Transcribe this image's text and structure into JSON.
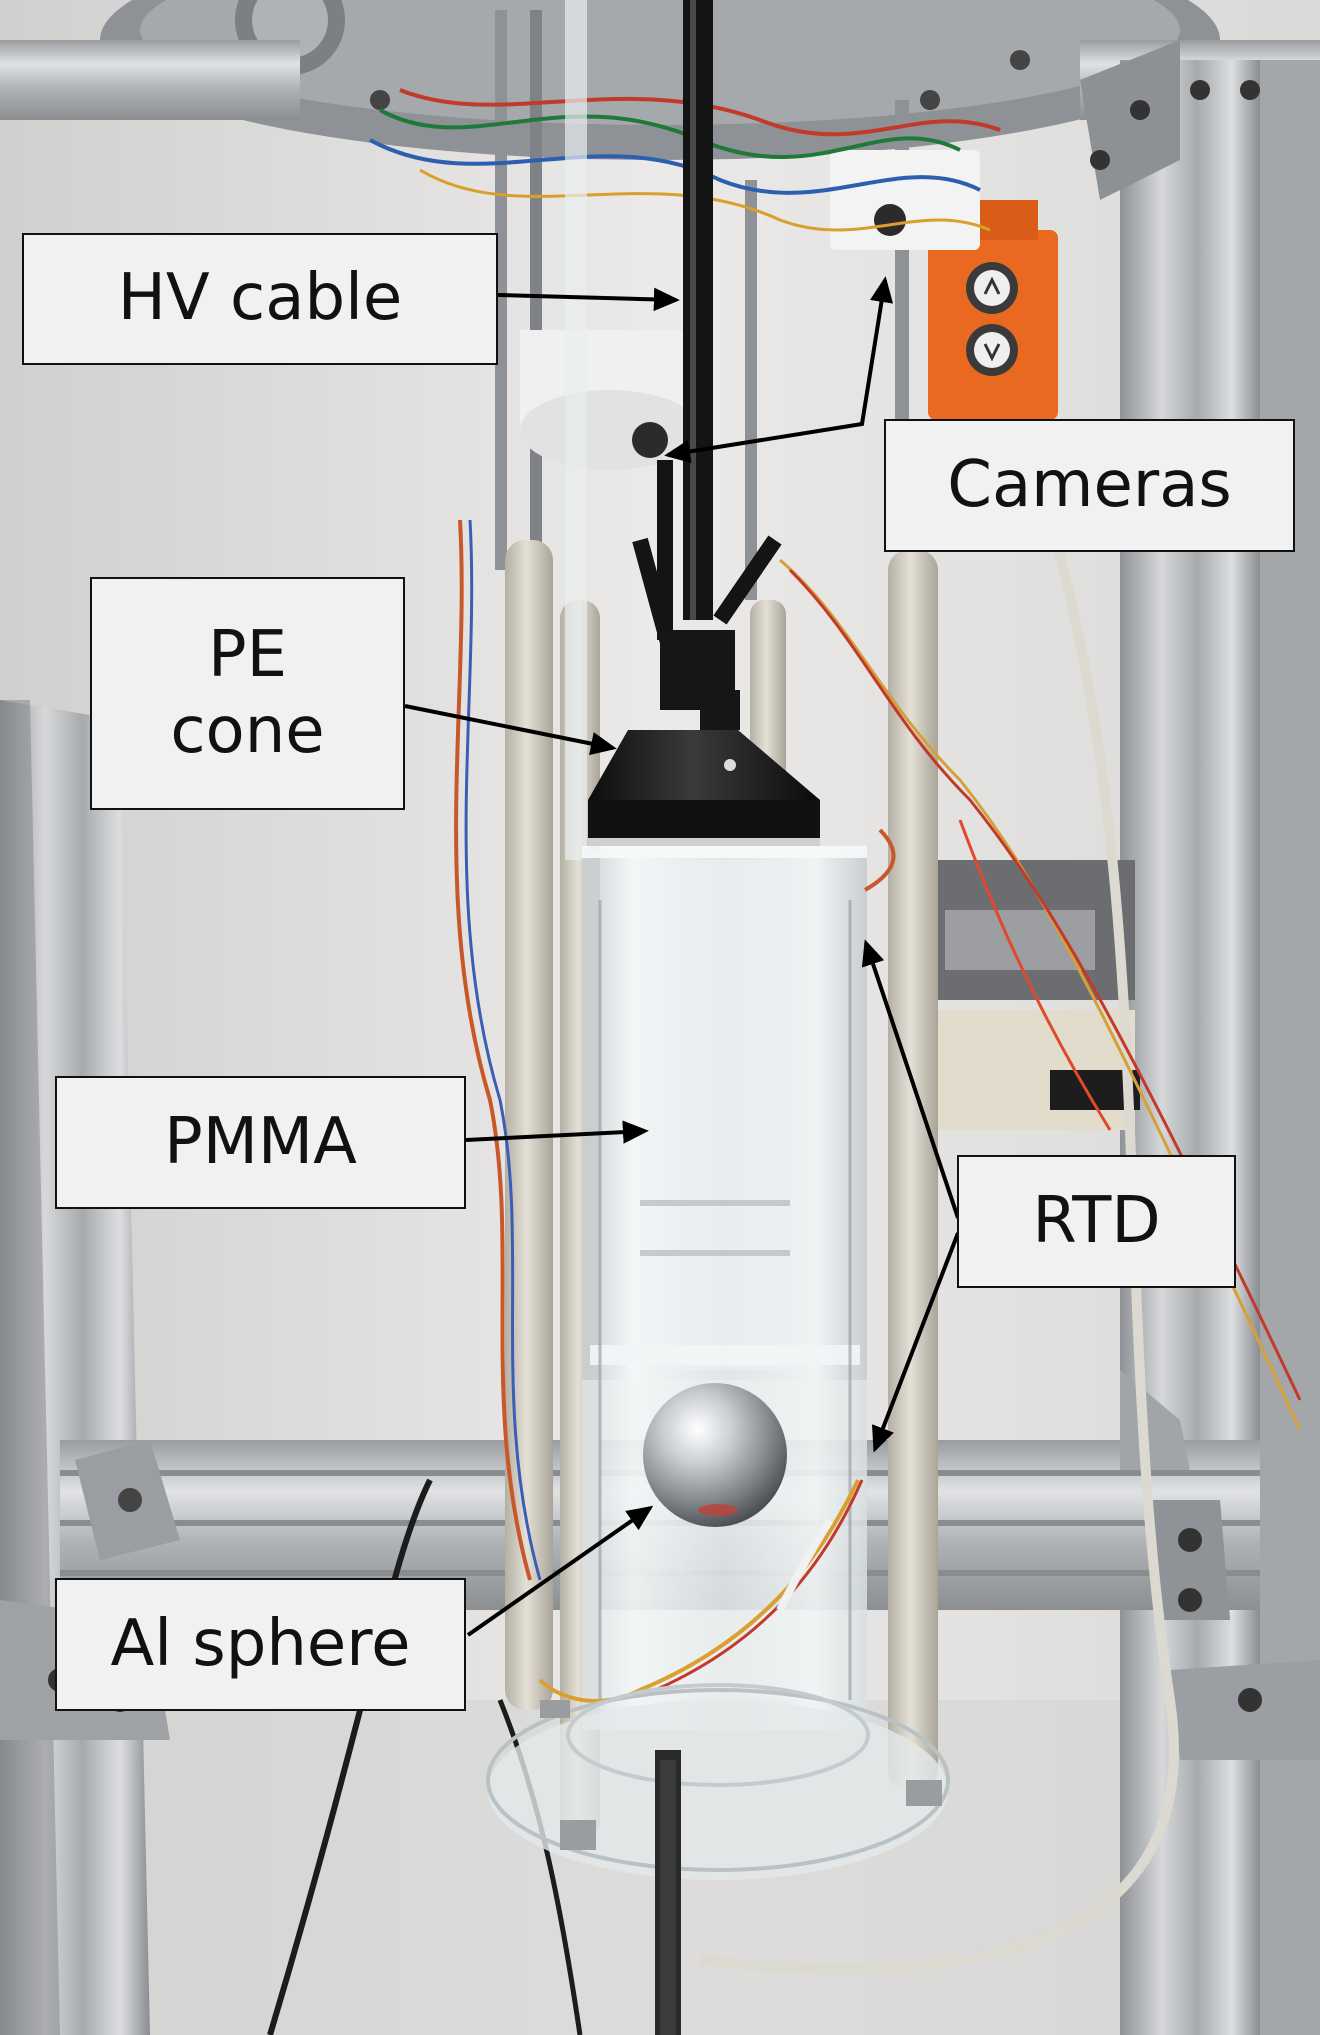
{
  "labels": {
    "hv_cable": "HV cable",
    "cameras": "Cameras",
    "pe_cone": "PE\ncone",
    "pmma": "PMMA",
    "rtd": "RTD",
    "al_sphere": "Al sphere"
  },
  "colors": {
    "aluminum_frame": "#b9bcbf",
    "wall": "#e8e8e6",
    "pe_cone": "#151515",
    "pmma": "#dfe5e8",
    "sphere": "#c8ccd0",
    "control_box": "#e8691f",
    "callout_bg": "#f1f1f1",
    "arrow": "#000000"
  }
}
